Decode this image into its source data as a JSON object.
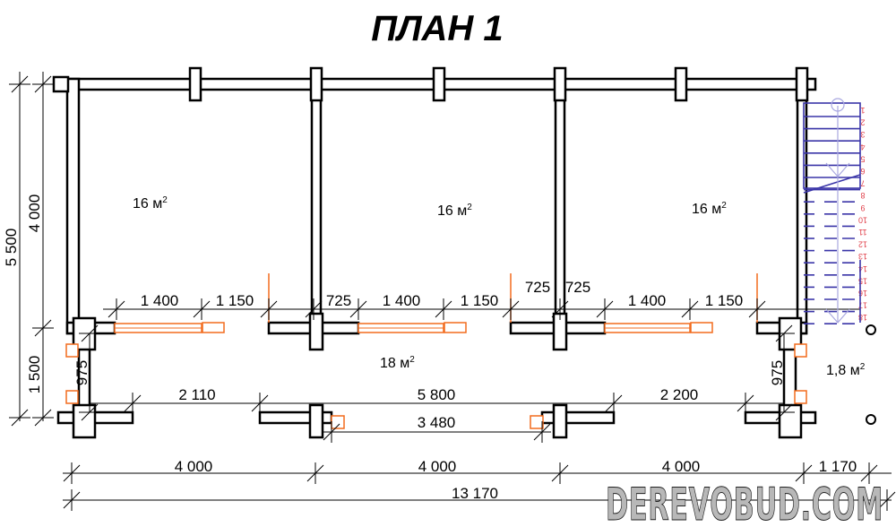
{
  "title": "ПЛАН 1",
  "areas": {
    "room1": "16 м",
    "room2": "16 м",
    "room3": "16 м",
    "corridor": "18 м",
    "porch": "1,8 м",
    "sup": "2"
  },
  "dims_top": [
    "1 400",
    "1 150",
    "725",
    "1 400",
    "1 150",
    "725",
    "725",
    "1 400",
    "1 150"
  ],
  "dims_corridor": [
    "2 110",
    "5 800",
    "2 200",
    "3 480",
    "975",
    "975"
  ],
  "dims_left": [
    "5 500",
    "4 000",
    "1 500"
  ],
  "dims_bottom": [
    "4 000",
    "4 000",
    "4 000",
    "1 170",
    "13 170"
  ],
  "stair_numbers": [
    "1",
    "2",
    "3",
    "4",
    "5",
    "6",
    "7",
    "8",
    "9",
    "10",
    "11",
    "12",
    "13",
    "14",
    "15",
    "16",
    "17",
    "18"
  ],
  "watermark": "DEREVOBUD.COM",
  "colors": {
    "wall": "#000000",
    "window": "#f26b1d",
    "stair": "#3a35a8",
    "stair_numbers": "#e0404a"
  }
}
